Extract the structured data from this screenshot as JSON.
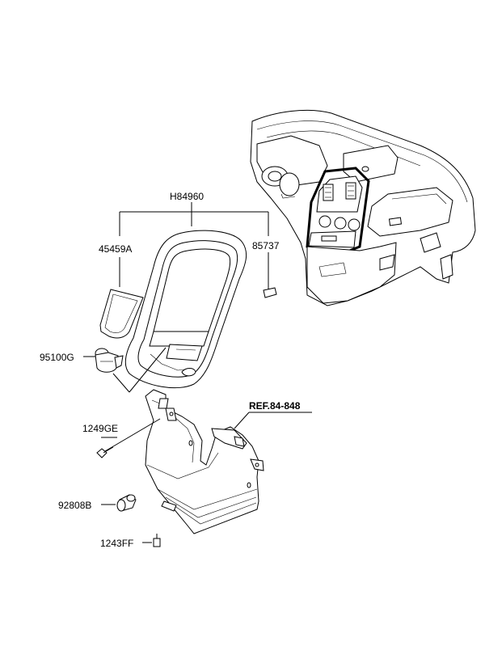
{
  "labels": {
    "assembly": "H84960",
    "part_45459a": "45459A",
    "part_85737": "85737",
    "part_95100g": "95100G",
    "part_1249ge": "1249GE",
    "part_92808b": "92808B",
    "part_1243ff": "1243FF",
    "reference": "REF.84-848"
  }
}
